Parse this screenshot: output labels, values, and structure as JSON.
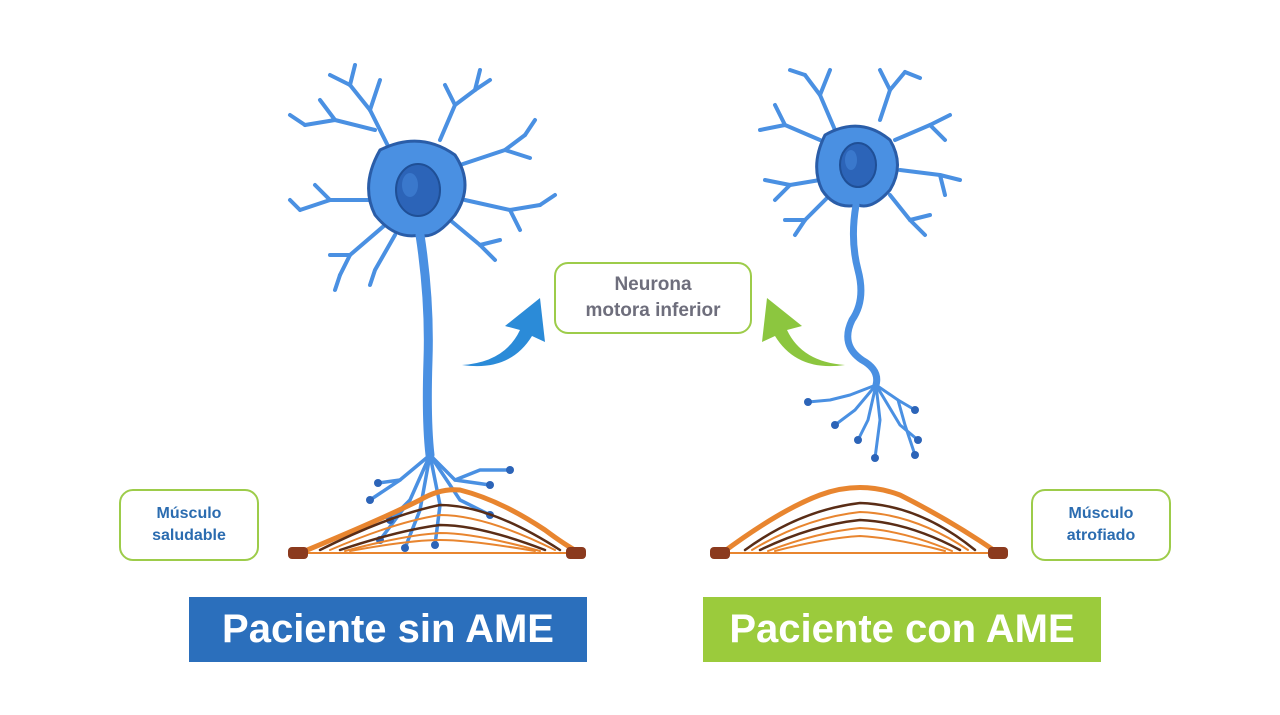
{
  "center_label": {
    "line1": "Neurona",
    "line2": "motora inferior"
  },
  "left": {
    "muscle_label": {
      "line1": "Músculo",
      "line2": "saludable"
    },
    "banner": "Paciente sin AME"
  },
  "right": {
    "muscle_label": {
      "line1": "Músculo",
      "line2": "atrofiado"
    },
    "banner": "Paciente con AME"
  },
  "colors": {
    "neuron": "#4a90e2",
    "neuron_dark": "#2a5da8",
    "nucleus": "#2c64b8",
    "muscle_orange": "#e8852f",
    "muscle_dark": "#5a2d16",
    "tendon": "#8b3a1e",
    "accent_blue": "#2b6fbc",
    "accent_green": "#9bcb3c",
    "label_gray": "#6e6e7c"
  },
  "icons": [
    "neuron-healthy",
    "neuron-atrophied",
    "blue-arrow-icon",
    "green-arrow-icon",
    "healthy-muscle",
    "atrophied-muscle"
  ]
}
